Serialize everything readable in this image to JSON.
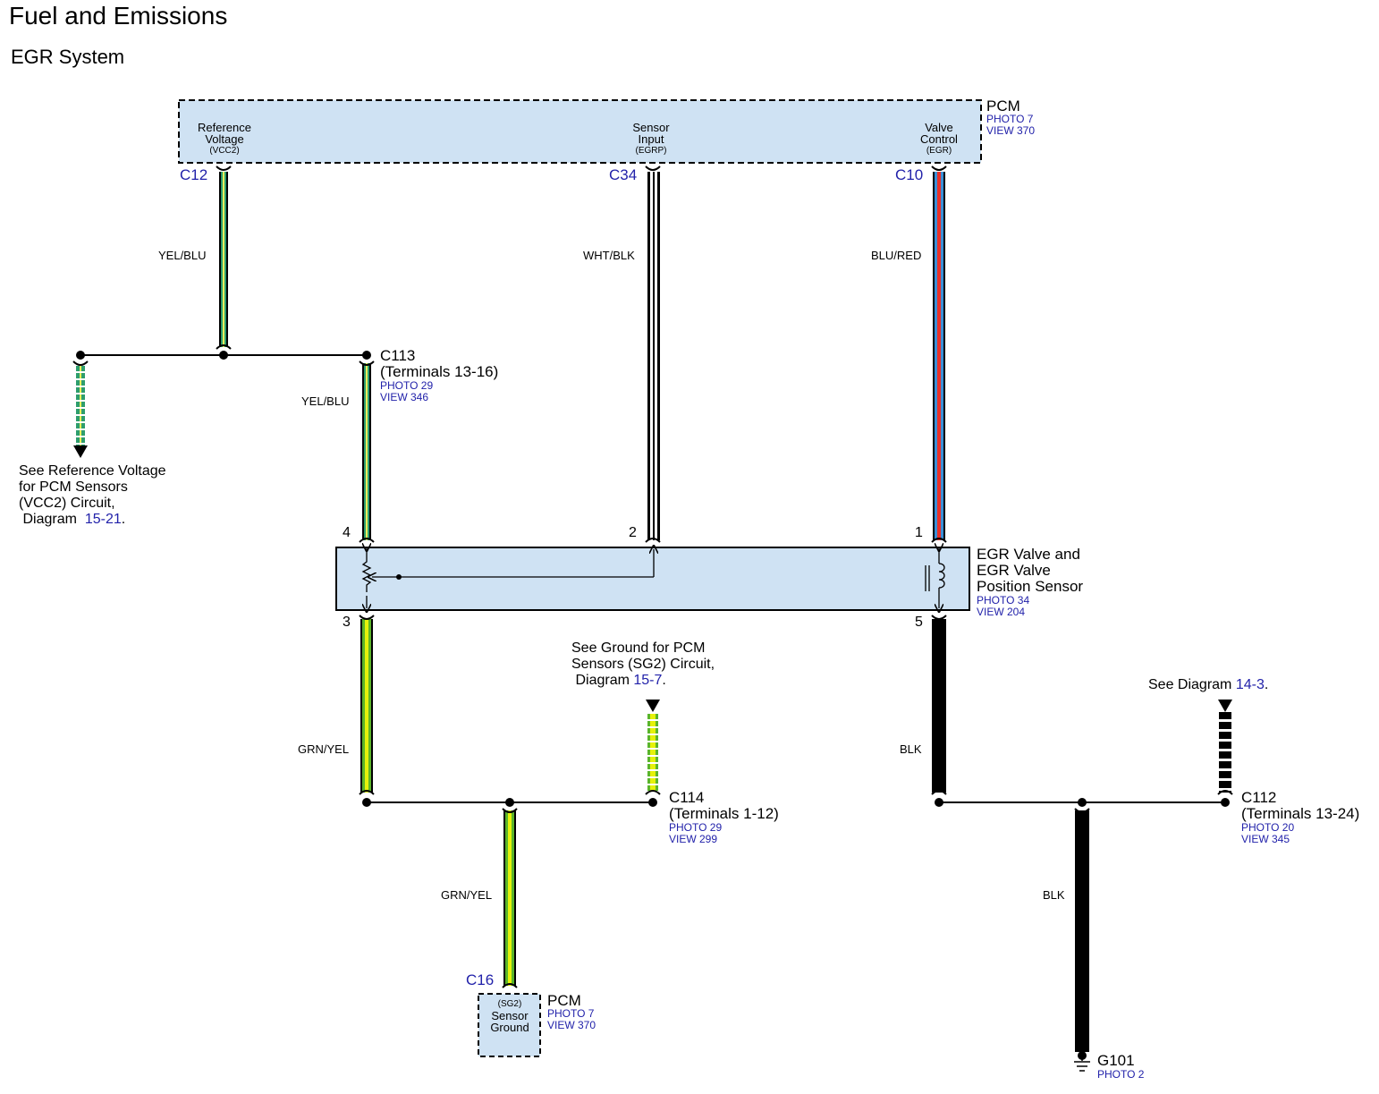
{
  "header": {
    "title": "Fuel and Emissions",
    "subtitle": "EGR System"
  },
  "pcm_top": {
    "name": "PCM",
    "photo": "PHOTO 7",
    "view": "VIEW 370",
    "pins": [
      {
        "line1": "Reference",
        "line2": "Voltage",
        "line3": "(VCC2)",
        "connector": "C12"
      },
      {
        "line1": "Sensor",
        "line2": "Input",
        "line3": "(EGRP)",
        "connector": "C34"
      },
      {
        "line1": "Valve",
        "line2": "Control",
        "line3": "(EGR)",
        "connector": "C10"
      }
    ]
  },
  "wires": {
    "vcc2": "YEL/BLU",
    "vcc2_lower": "YEL/BLU",
    "egrp": "WHT/BLK",
    "egr": "BLU/RED",
    "sg_upper": "GRN/YEL",
    "sg_lower": "GRN/YEL",
    "gnd_upper": "BLK",
    "gnd_lower": "BLK"
  },
  "colors": {
    "box_fill": "#cfe2f3",
    "link": "#2222aa",
    "green": "#2e9e6e",
    "yellow": "#e6f20a",
    "lime": "#5ab52a",
    "red": "#e8302a",
    "blue": "#3a8fd6"
  },
  "c113": {
    "name": "C113",
    "terminals": "(Terminals 13-16)",
    "photo": "PHOTO 29",
    "view": "VIEW 346"
  },
  "ref_note": {
    "line1": "See Reference Voltage",
    "line2": "for PCM Sensors",
    "line3": "(VCC2) Circuit,",
    "line4": "Diagram",
    "link": "15-21",
    "end": "."
  },
  "egr_valve": {
    "line1": "EGR Valve and",
    "line2": "EGR Valve",
    "line3": "Position Sensor",
    "photo": "PHOTO 34",
    "view": "VIEW 204",
    "pins": {
      "p4": "4",
      "p2": "2",
      "p1": "1",
      "p3": "3",
      "p5": "5"
    }
  },
  "ground_note": {
    "line1": "See Ground for PCM",
    "line2": "Sensors (SG2) Circuit,",
    "line3": "Diagram",
    "link": "15-7",
    "end": "."
  },
  "c114": {
    "name": "C114",
    "terminals": "(Terminals 1-12)",
    "photo": "PHOTO 29",
    "view": "VIEW 299"
  },
  "diagram_note": {
    "text": "See Diagram",
    "link": "14-3",
    "end": "."
  },
  "c112": {
    "name": "C112",
    "terminals": "(Terminals 13-24)",
    "photo": "PHOTO 20",
    "view": "VIEW 345"
  },
  "pcm_bottom": {
    "connector": "C16",
    "line1": "(SG2)",
    "line2": "Sensor",
    "line3": "Ground",
    "name": "PCM",
    "photo": "PHOTO 7",
    "view": "VIEW 370"
  },
  "g101": {
    "name": "G101",
    "photo": "PHOTO 2"
  }
}
